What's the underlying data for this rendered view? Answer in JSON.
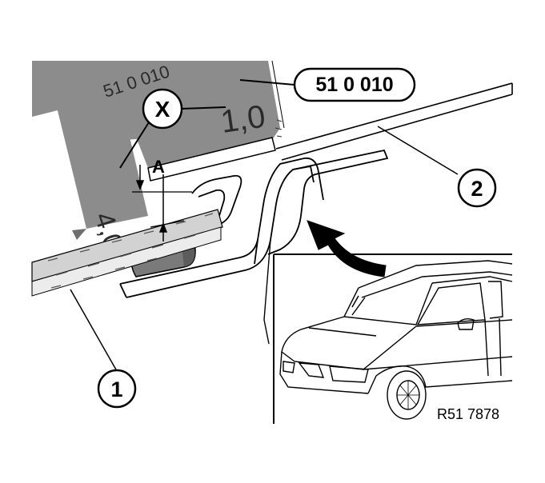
{
  "tool": {
    "number": "51 0 010",
    "scale_value_top": "1,0",
    "scale_value_side": "4,0",
    "engraved_number": "51 0 010"
  },
  "callouts": {
    "x": "X",
    "a": "A",
    "one": "1",
    "two": "2"
  },
  "reference_code": "R51 7878",
  "colors": {
    "gauge_fill": "#8c8c8c",
    "line": "#000000",
    "rubber_part": "#7a7a7a"
  }
}
